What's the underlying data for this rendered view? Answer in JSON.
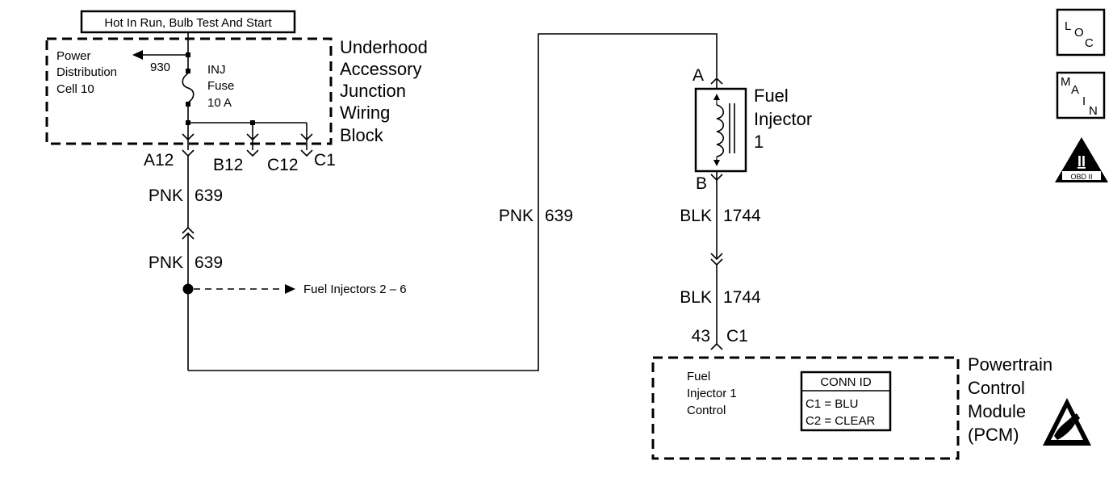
{
  "top_label": "Hot In Run, Bulb Test And Start",
  "junction_block": {
    "name_lines": [
      "Underhood",
      "Accessory",
      "Junction",
      "Wiring",
      "Block"
    ],
    "power_lines": [
      "Power",
      "Distribution",
      "Cell 10"
    ],
    "circuit_930": "930",
    "fuse_lines": [
      "INJ",
      "Fuse",
      "10 A"
    ],
    "connector_a12": "A12",
    "connector_b12": "B12",
    "connector_c12": "C12",
    "connector_c1": "C1"
  },
  "wires": {
    "pnk_color": "PNK",
    "pnk_circuit": "639",
    "blk_color": "BLK",
    "blk_circuit": "1744"
  },
  "fuel_injectors_other": "Fuel Injectors 2 – 6",
  "injector": {
    "name_lines": [
      "Fuel",
      "Injector",
      "1"
    ],
    "terminal_a": "A",
    "terminal_b": "B"
  },
  "pcm": {
    "name_lines": [
      "Powertrain",
      "Control",
      "Module",
      "(PCM)"
    ],
    "pin": "43",
    "connector": "C1",
    "function_lines": [
      "Fuel",
      "Injector 1",
      "Control"
    ],
    "conn_id_title": "CONN ID",
    "conn_id_rows": [
      "C1 = BLU",
      "C2 = CLEAR"
    ]
  },
  "icons": {
    "loc": [
      "L",
      "O",
      "C"
    ],
    "main": [
      "M",
      "A",
      "I",
      "N"
    ],
    "obd_roman": "II",
    "obd_text": "OBD II"
  }
}
